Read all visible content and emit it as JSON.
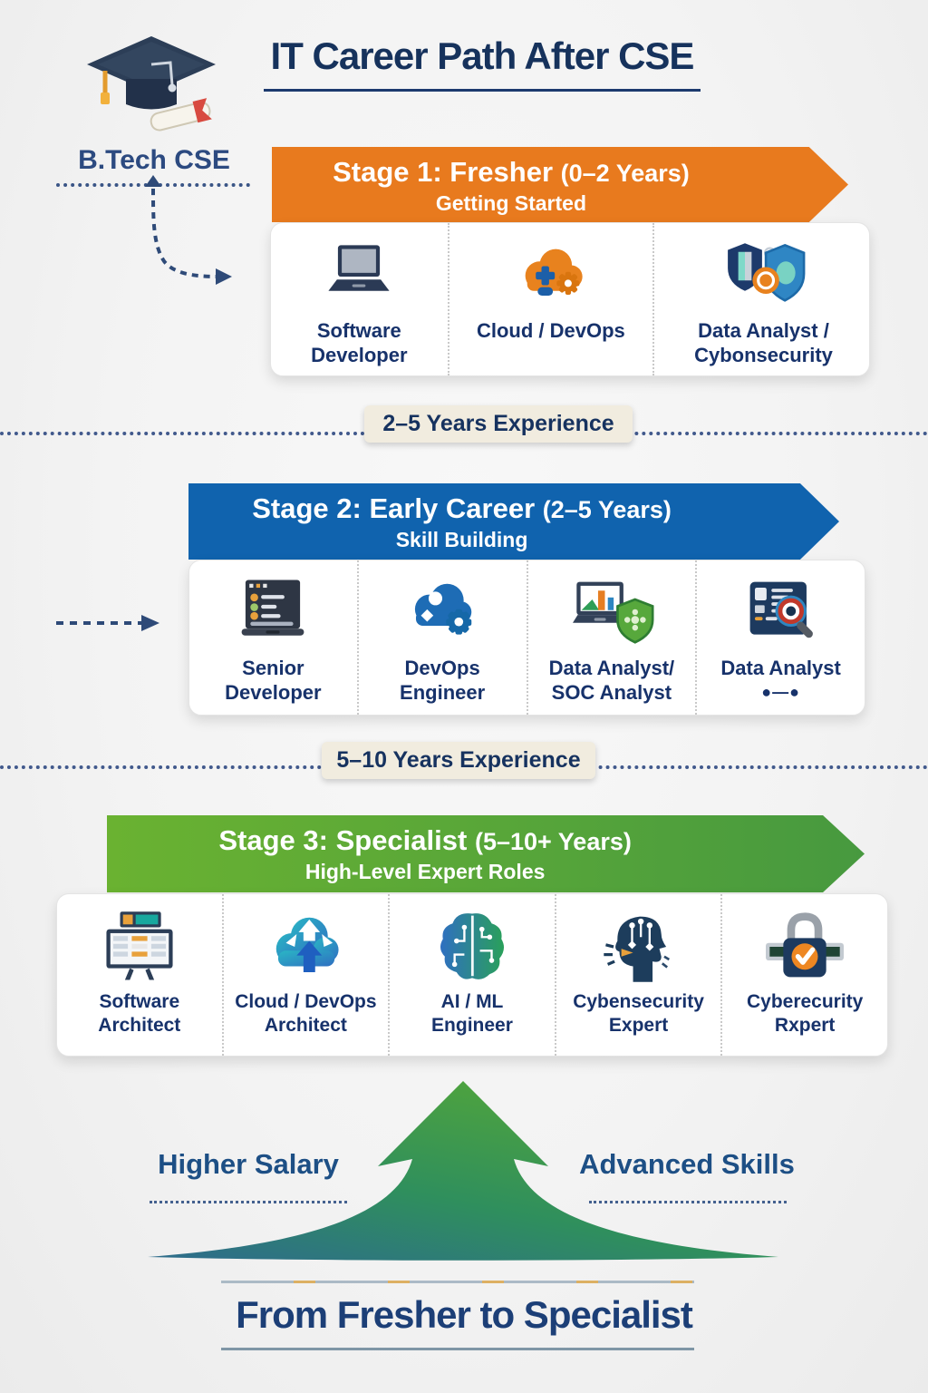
{
  "header": {
    "title": "IT Career Path After CSE",
    "degree_label": "B.Tech CSE",
    "logo_icon": "graduation-cap-icon"
  },
  "stages": [
    {
      "banner": {
        "title": "Stage 1: Fresher",
        "years": "(0–2 Years)",
        "subtitle": "Getting Started"
      },
      "color": "#E87A1E",
      "roles": [
        {
          "icon": "laptop-icon",
          "label": "Software Developer"
        },
        {
          "icon": "cloud-devops-icon",
          "label": "Cloud / DevOps"
        },
        {
          "icon": "security-shields-icon",
          "label": "Data Analyst / Cybonsecurity"
        }
      ]
    },
    {
      "banner": {
        "title": "Stage 2: Early Career",
        "years": "(2–5 Years)",
        "subtitle": "Skill Building"
      },
      "color": "#1063AE",
      "roles": [
        {
          "icon": "code-window-icon",
          "label": "Senior Developer"
        },
        {
          "icon": "cloud-gear-icon",
          "label": "DevOps Engineer"
        },
        {
          "icon": "chart-shield-icon",
          "label": "Data Analyst/ SOC Analyst"
        },
        {
          "icon": "magnifier-report-icon",
          "label": "Data Analyst",
          "sublabel": "●—●"
        }
      ]
    },
    {
      "banner": {
        "title": "Stage 3: Specialist",
        "years": "(5–10+ Years)",
        "subtitle": "High-Level Expert Roles"
      },
      "color": "#55A43A",
      "roles": [
        {
          "icon": "dashboard-monitor-icon",
          "label": "Software Architect"
        },
        {
          "icon": "cloud-arrows-icon",
          "label": "Cloud / DevOps Architect"
        },
        {
          "icon": "brain-circuit-icon",
          "label": "AI / ML Engineer"
        },
        {
          "icon": "head-circuit-icon",
          "label": "Cybensecurity Expert"
        },
        {
          "icon": "padlock-check-icon",
          "label": "Cyberecurity Rxpert"
        }
      ]
    }
  ],
  "dividers": [
    {
      "label": "2–5 Years Experience"
    },
    {
      "label": "5–10 Years Experience"
    }
  ],
  "growth": {
    "left_label": "Higher Salary",
    "right_label": "Advanced Skills"
  },
  "footer": {
    "title": "From Fresher to Specialist"
  },
  "colors": {
    "title_navy": "#16325C",
    "label_navy": "#17326B",
    "stage1_orange": "#E87A1E",
    "stage2_blue": "#1063AE",
    "stage3_green": "#55A43A",
    "badge_cream": "#F1ECDF",
    "arrow_gradient_start": "#2E6B8D",
    "arrow_gradient_end": "#53A639"
  }
}
